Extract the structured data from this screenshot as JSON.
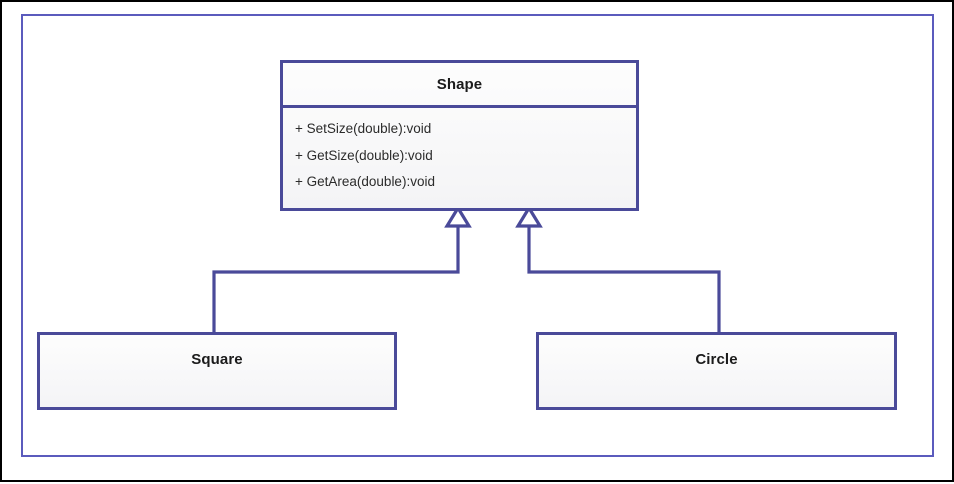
{
  "diagram": {
    "type": "uml-class-diagram",
    "frame_color": "#5b5bbd",
    "box_border_color": "#4a4a99",
    "connector_color": "#4a4a99",
    "classes": [
      {
        "id": "shape",
        "name": "Shape",
        "members": [
          "+ SetSize(double):void",
          "+ GetSize(double):void",
          "+ GetArea(double):void"
        ]
      },
      {
        "id": "square",
        "name": "Square",
        "members": []
      },
      {
        "id": "circle",
        "name": "Circle",
        "members": []
      }
    ],
    "relationships": [
      {
        "from": "Square",
        "to": "Shape",
        "kind": "generalization"
      },
      {
        "from": "Circle",
        "to": "Shape",
        "kind": "generalization"
      }
    ]
  }
}
